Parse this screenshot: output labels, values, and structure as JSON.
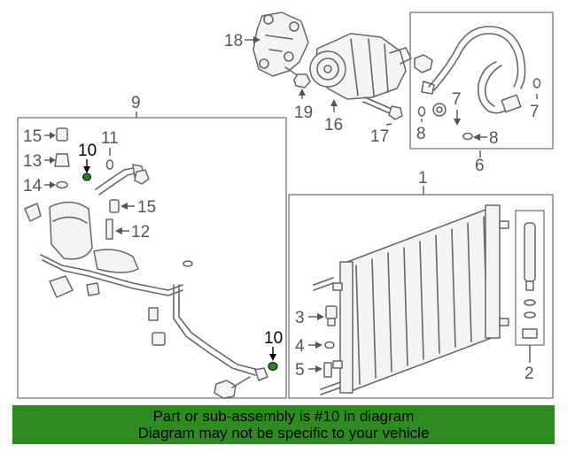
{
  "callouts": {
    "n1": "1",
    "n2": "2",
    "n3": "3",
    "n4": "4",
    "n5": "5",
    "n6": "6",
    "n7": "7",
    "n8a": "8",
    "n8b": "8",
    "n9": "9",
    "n10a": "10",
    "n10b": "10",
    "n11": "11",
    "n12": "12",
    "n13": "13",
    "n14": "14",
    "n15a": "15",
    "n15b": "15",
    "n16": "16",
    "n17": "17",
    "n18": "18",
    "n19": "19"
  },
  "banner": {
    "line1": "Part or sub-assembly is #10 in diagram",
    "line2": "Diagram may not be specific to your vehicle",
    "color": "#2e8b1f"
  },
  "highlight_color": "#1a8a1a"
}
